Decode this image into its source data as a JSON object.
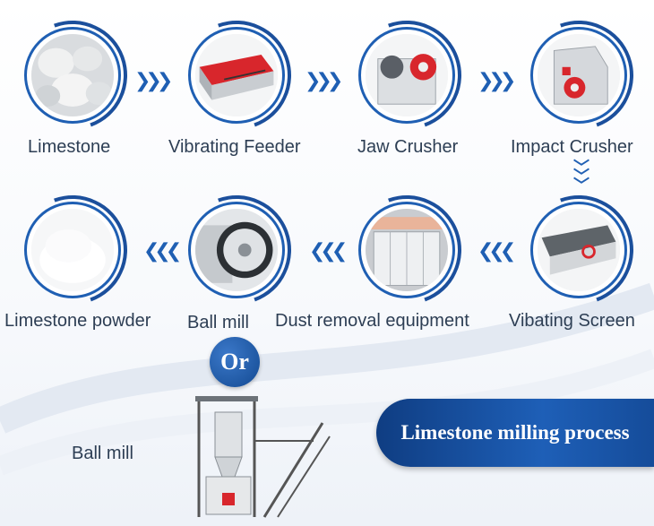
{
  "steps": {
    "limestone": "Limestone",
    "vibrating_feeder": "Vibrating Feeder",
    "jaw_crusher": "Jaw Crusher",
    "impact_crusher": "Impact Crusher",
    "vibrating_screen": "Vibating Screen",
    "dust_removal": "Dust removal equipment",
    "ball_mill": "Ball mill",
    "limestone_powder": "Limestone powder",
    "ball_mill_alt": "Ball mill"
  },
  "or_label": "Or",
  "process_title": "Limestone milling process",
  "colors": {
    "accent": "#1f5fb3",
    "dark_blue": "#134a92",
    "label": "#2d3e54",
    "equipment_red": "#d8262c"
  }
}
